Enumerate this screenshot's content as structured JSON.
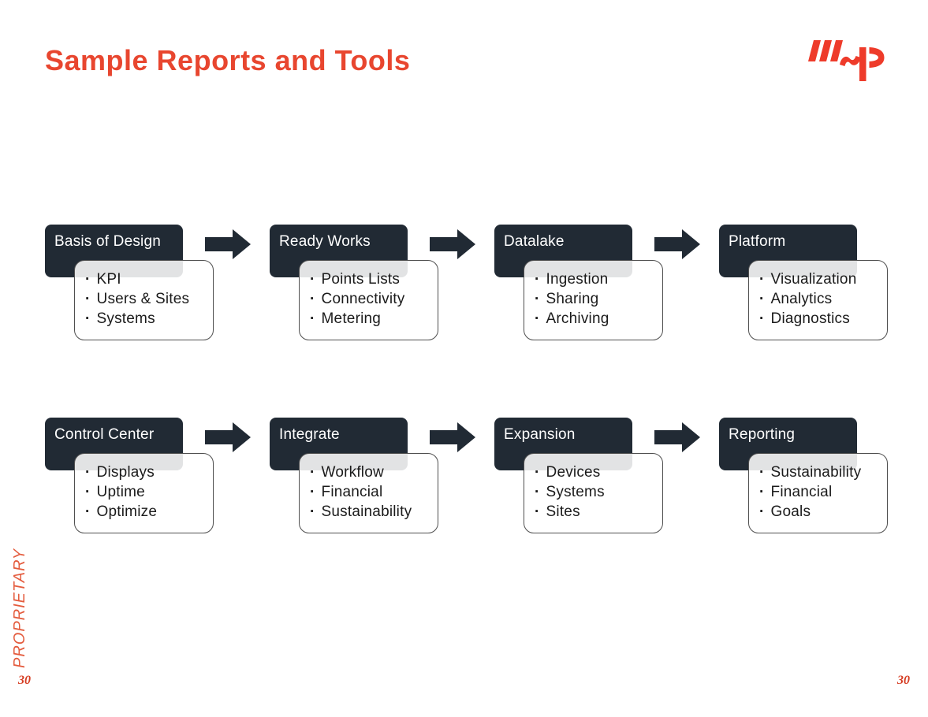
{
  "slide": {
    "title": "Sample Reports and Tools",
    "proprietary_label": "PROPRIETARY",
    "page_number_left": "30",
    "page_number_right": "30"
  },
  "logo": {
    "name": "WSP",
    "color": "#ee3b2a"
  },
  "colors": {
    "accent_red": "#e8462f",
    "dark_header": "#212a34",
    "card_background": "rgba(255,255,255,0.87)",
    "card_border": "#4f4f4f",
    "body_text": "#1b1b1b"
  },
  "diagram": {
    "rows": [
      [
        {
          "title": "Basis of Design",
          "items": [
            "KPI",
            "Users & Sites",
            "Systems"
          ]
        },
        {
          "title": "Ready Works",
          "items": [
            "Points Lists",
            "Connectivity",
            "Metering"
          ]
        },
        {
          "title": "Datalake",
          "items": [
            "Ingestion",
            "Sharing",
            "Archiving"
          ]
        },
        {
          "title": "Platform",
          "items": [
            "Visualization",
            "Analytics",
            "Diagnostics"
          ]
        }
      ],
      [
        {
          "title": "Control Center",
          "items": [
            "Displays",
            "Uptime",
            "Optimize"
          ]
        },
        {
          "title": "Integrate",
          "items": [
            "Workflow",
            "Financial",
            "Sustainability"
          ]
        },
        {
          "title": "Expansion",
          "items": [
            "Devices",
            "Systems",
            "Sites"
          ]
        },
        {
          "title": "Reporting",
          "items": [
            "Sustainability",
            "Financial",
            "Goals"
          ]
        }
      ]
    ]
  }
}
